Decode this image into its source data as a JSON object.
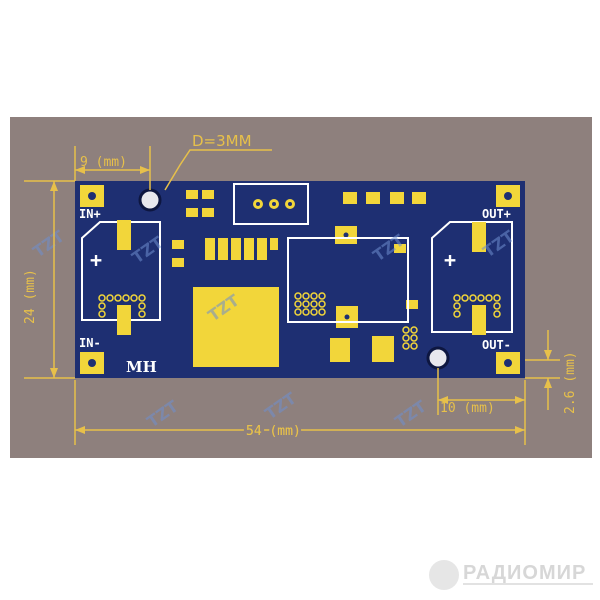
{
  "dimensions": {
    "hole_offset": "9 (mm)",
    "hole_diameter": "D=3MM",
    "height": "24 (mm)",
    "width": "54 (mm)",
    "right_hole_offset": "10 (mm)",
    "right_edge_offset": "2.6 (mm)"
  },
  "pcb": {
    "in_plus": "IN+",
    "in_minus": "IN-",
    "out_plus": "OUT+",
    "out_minus": "OUT-",
    "plus_left": "+",
    "plus_right": "+",
    "mh": "MH",
    "watermark": "TZT"
  },
  "brand": {
    "name": "РАДИОМИР"
  },
  "colors": {
    "background_photo": "#8e807d",
    "pcb": "#1e2f72",
    "pad": "#f2d63a",
    "dimension": "#e7c04a"
  }
}
